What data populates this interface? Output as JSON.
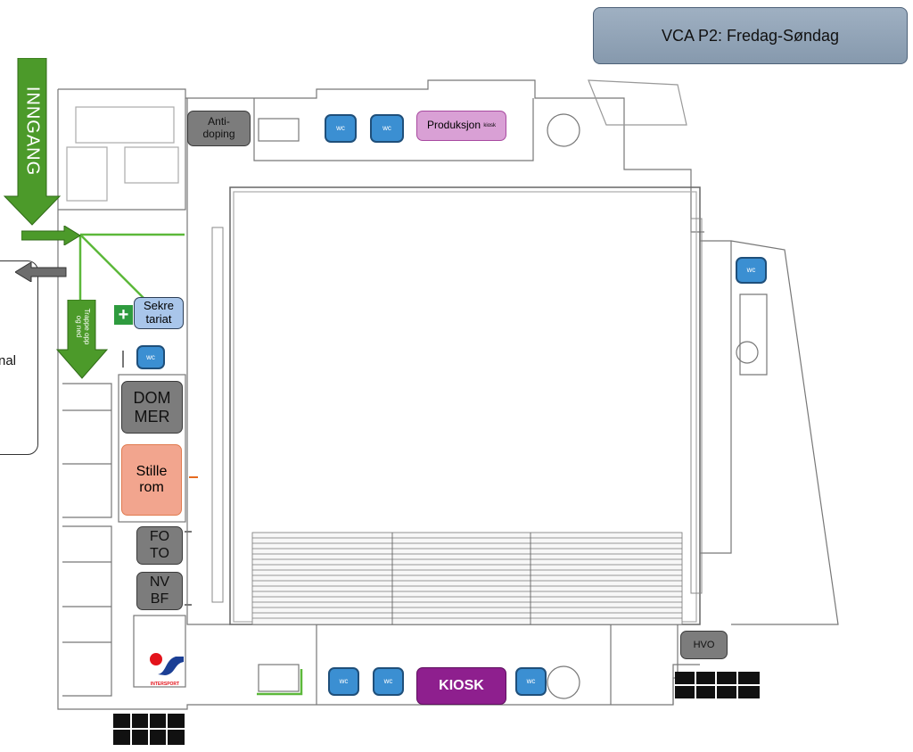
{
  "title": "VCA P2: Fredag-Søndag",
  "entrance_label": "INNGANG",
  "stairs_label": "Trappe opp og ned",
  "left_box_partial_text": "nal",
  "rooms": {
    "anti_doping": "Anti-\ndoping",
    "produksjon": "Produksjon",
    "produksjon_small": "kiosk",
    "sekretariat": "Sekre\ntariat",
    "dommer": "DOM\nMER",
    "stille_rom": "Stille\nrom",
    "foto": "FO\nTO",
    "nvbf": "NV\nBF",
    "hvo": "HVO",
    "kiosk": "KIOSK",
    "wc": "wc"
  },
  "logo_text": "INTERSPORT",
  "colors": {
    "entrance_arrow": "#4c9a2a",
    "wc": "#3b8fd2",
    "sekretariat": "#a9c6ea",
    "stille_rom": "#f2a58e",
    "produksjon": "#d9a0d5",
    "kiosk": "#8e1f8e",
    "title_box": "#8fa1b4"
  }
}
